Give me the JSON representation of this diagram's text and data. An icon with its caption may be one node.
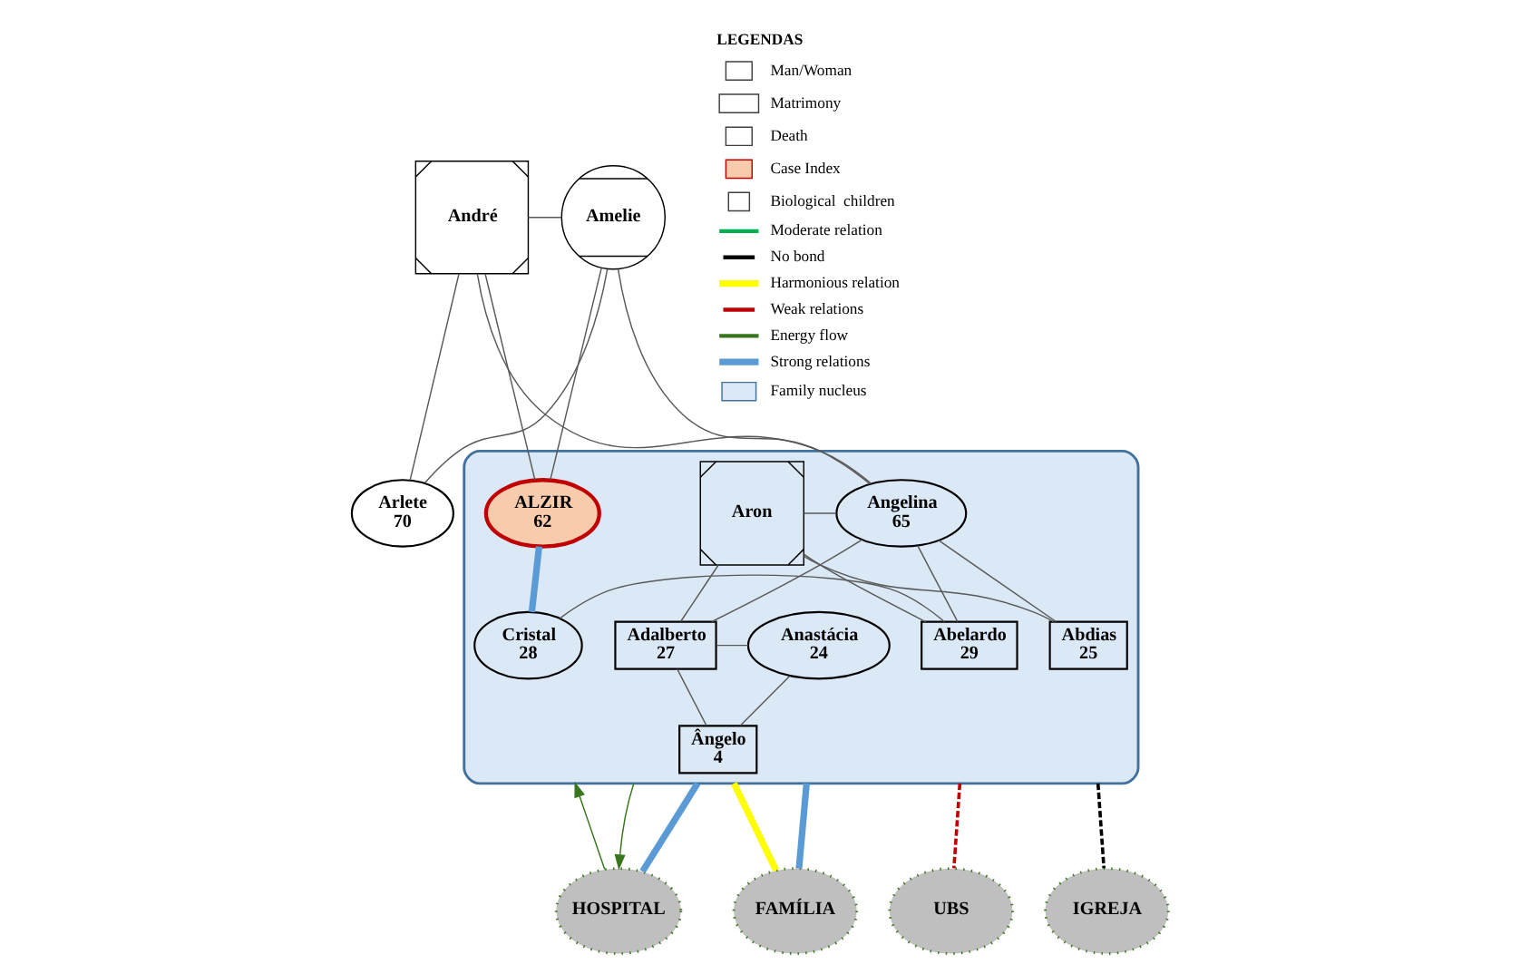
{
  "diagram": {
    "nodes": [
      {
        "text": [
          "André"
        ]
      },
      {
        "text": [
          "Amelie"
        ]
      },
      {
        "text": [
          "Arlete",
          "70"
        ]
      },
      {
        "text": [],
        "shape": "cloud"
      },
      {
        "text": [
          "ALZIR",
          "62"
        ],
        "in": 3
      },
      {
        "text": [
          "Angelina",
          "65"
        ],
        "in": 3
      },
      {
        "text": [
          "Aron"
        ],
        "in": 3
      },
      {
        "text": [
          "Abelardo",
          "29"
        ],
        "in": 3
      },
      {
        "text": [
          "Cristal",
          "28"
        ],
        "in": 3
      },
      {
        "text": [
          "Adalberto",
          "27"
        ],
        "in": 3
      },
      {
        "text": [
          "Anastácia",
          "24"
        ],
        "in": 3
      },
      {
        "text": [
          "Abdias",
          "25"
        ],
        "in": 3
      },
      {
        "text": [
          "Ângelo",
          "4"
        ],
        "in": 3
      },
      {
        "text": [
          "UBS"
        ]
      },
      {
        "text": [
          "HOSPITAL"
        ]
      },
      {
        "text": [
          "FAMÍLIA"
        ]
      },
      {
        "text": [
          "IGREJA"
        ]
      }
    ],
    "edges": [
      {
        "from": 0,
        "to": 1,
        "arrow": "none"
      },
      {
        "from": 0,
        "to": 2,
        "arrow": "none"
      },
      {
        "from": 1,
        "to": 2,
        "arrow": "none"
      },
      {
        "from": 0,
        "to": 4,
        "arrow": "none"
      },
      {
        "from": 1,
        "to": 4,
        "arrow": "none"
      },
      {
        "from": 0,
        "to": 5,
        "arrow": "none"
      },
      {
        "from": 1,
        "to": 5,
        "arrow": "none"
      },
      {
        "from": 5,
        "to": 6,
        "arrow": "none"
      },
      {
        "from": 5,
        "to": 7,
        "arrow": "none"
      },
      {
        "from": 6,
        "to": 7,
        "arrow": "none"
      },
      {
        "from": 5,
        "to": 9,
        "arrow": "none"
      },
      {
        "from": 6,
        "to": 9,
        "arrow": "none"
      },
      {
        "from": 5,
        "to": 11,
        "arrow": "none"
      },
      {
        "from": 6,
        "to": 11,
        "arrow": "none"
      },
      {
        "from": 7,
        "to": 8,
        "arrow": "none"
      },
      {
        "from": 9,
        "to": 10,
        "arrow": "none"
      },
      {
        "from": 9,
        "to": 12,
        "arrow": "none"
      },
      {
        "from": 10,
        "to": 12,
        "arrow": "none"
      },
      {
        "from": 4,
        "to": 8,
        "arrow": "none",
        "style": "thick",
        "color": "#5b9bd5"
      },
      {
        "from": 3,
        "to": 13,
        "arrow": "none",
        "style": "dashed",
        "color": "#c00000"
      },
      {
        "from": 14,
        "to": 3,
        "arrow": "to",
        "color": "#38761d"
      },
      {
        "from": 3,
        "to": 14,
        "arrow": "to",
        "color": "#38761d"
      },
      {
        "from": 3,
        "to": 14,
        "arrow": "none",
        "style": "thick",
        "color": "#5b9bd5"
      },
      {
        "from": 3,
        "to": 15,
        "arrow": "none",
        "style": "thick",
        "color": "#5b9bd5"
      },
      {
        "from": 3,
        "to": 15,
        "arrow": "none",
        "style": "thick",
        "color": "#ffff00"
      },
      {
        "from": 3,
        "to": 16,
        "arrow": "none",
        "style": "dashed",
        "color": "#000000"
      }
    ],
    "labels": [
      "LEGENDAS"
    ],
    "legend": [
      {
        "text": "Man/Woman"
      },
      {
        "text": "Matrimony"
      },
      {
        "text": "Death"
      },
      {
        "text": "Case Index"
      },
      {
        "text": "Biological  children"
      },
      {
        "text": "Moderate relation"
      },
      {
        "text": "No bond"
      },
      {
        "text": "Harmonious relation"
      },
      {
        "text": "Weak relations"
      },
      {
        "text": "Energy flow"
      },
      {
        "text": "Strong relations"
      },
      {
        "text": "Family nucleus"
      }
    ]
  }
}
